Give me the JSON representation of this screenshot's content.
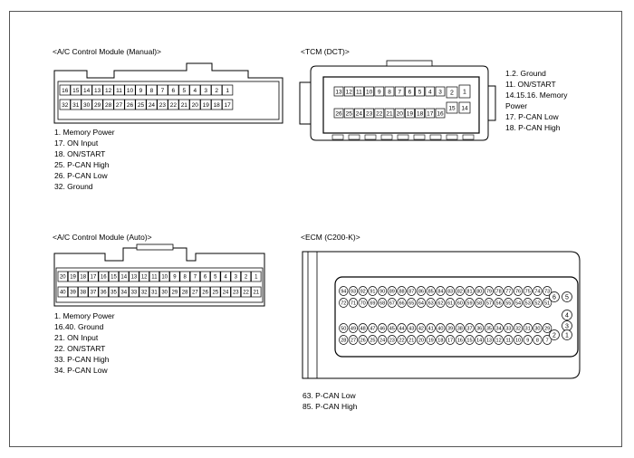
{
  "panels": {
    "ac_manual": {
      "title": "<A/C Control Module (Manual)>",
      "pins_top": [
        "16",
        "15",
        "14",
        "13",
        "12",
        "11",
        "10",
        "9",
        "8",
        "7",
        "6",
        "5",
        "4",
        "3",
        "2",
        "1"
      ],
      "pins_bottom": [
        "32",
        "31",
        "30",
        "29",
        "28",
        "27",
        "26",
        "25",
        "24",
        "23",
        "22",
        "21",
        "20",
        "19",
        "18",
        "17"
      ],
      "notes": [
        "1. Memory Power",
        "17. ON Input",
        "18. ON/START",
        "25. P-CAN High",
        "26. P-CAN Low",
        "32. Ground"
      ]
    },
    "tcm": {
      "title": "<TCM (DCT)>",
      "pins_top": [
        "13",
        "12",
        "11",
        "10",
        "9",
        "8",
        "7",
        "6",
        "5",
        "4",
        "3"
      ],
      "pins_side": [
        "2",
        "1"
      ],
      "pins_bottom": [
        "26",
        "25",
        "24",
        "23",
        "22",
        "21",
        "20",
        "19",
        "18",
        "17",
        "16"
      ],
      "pins_extra": [
        "15",
        "14"
      ],
      "notes": [
        "1.2. Ground",
        "11. ON/START",
        "14.15.16. Memory",
        "Power",
        "17. P-CAN Low",
        "18. P-CAN High"
      ]
    },
    "ac_auto": {
      "title": "<A/C Control Module (Auto)>",
      "pins_top": [
        "20",
        "19",
        "18",
        "17",
        "16",
        "15",
        "14",
        "13",
        "12",
        "11",
        "10",
        "9",
        "8",
        "7",
        "6",
        "5",
        "4",
        "3",
        "2",
        "1"
      ],
      "pins_bottom": [
        "40",
        "39",
        "38",
        "37",
        "36",
        "35",
        "34",
        "33",
        "32",
        "31",
        "30",
        "29",
        "28",
        "27",
        "26",
        "25",
        "24",
        "23",
        "22",
        "21"
      ],
      "notes": [
        "1. Memory Power",
        "16.40. Ground",
        "21. ON Input",
        "22. ON/START",
        "33. P-CAN High",
        "34. P-CAN Low"
      ]
    },
    "ecm": {
      "title": "<ECM (C200-K)>",
      "row1": [
        "94",
        "93",
        "92",
        "91",
        "90",
        "89",
        "88",
        "87",
        "86",
        "85",
        "84",
        "83",
        "82",
        "81",
        "80",
        "79",
        "78",
        "77",
        "76",
        "75",
        "74",
        "73"
      ],
      "row2": [
        "72",
        "71",
        "70",
        "69",
        "68",
        "67",
        "66",
        "65",
        "64",
        "63",
        "62",
        "61",
        "60",
        "59",
        "58",
        "57",
        "56",
        "55",
        "54",
        "53",
        "52",
        "51"
      ],
      "row3": [
        "50",
        "49",
        "48",
        "47",
        "46",
        "45",
        "44",
        "43",
        "42",
        "41",
        "40",
        "39",
        "38",
        "37",
        "36",
        "35",
        "34",
        "33",
        "32",
        "31",
        "30",
        "29"
      ],
      "row4": [
        "28",
        "27",
        "26",
        "25",
        "24",
        "23",
        "22",
        "21",
        "20",
        "19",
        "18",
        "17",
        "16",
        "15",
        "14",
        "13",
        "12",
        "11",
        "10",
        "9",
        "8",
        "7"
      ],
      "side_pins": [
        "6",
        "5",
        "4",
        "3",
        "2",
        "1"
      ],
      "notes": [
        "63. P-CAN Low",
        "85. P-CAN High"
      ]
    }
  }
}
